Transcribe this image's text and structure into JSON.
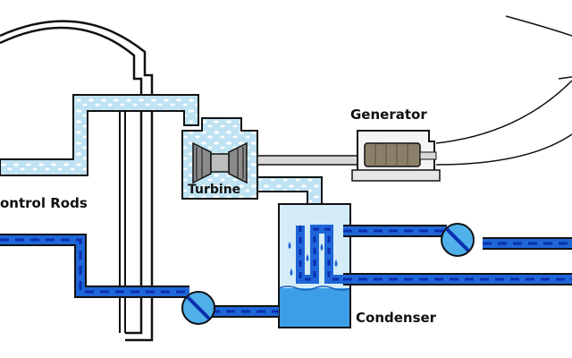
{
  "labels": {
    "control_rods": "ontrol Rods",
    "turbine": "Turbine",
    "generator": "Generator",
    "condenser": "Condenser"
  },
  "colors": {
    "outline": "#111111",
    "steam_pipe": "#bfe3f3",
    "steam_bubble": "#ffffff",
    "water_pipe": "#1f66d6",
    "water_dash": "#0b2fb0",
    "condenser_water": "#3c9ee6",
    "condenser_steam": "#d4ecf8",
    "turbine_blade": "#8a8a8a",
    "generator_body": "#8c7f6a",
    "pump": "#4fb0ea",
    "background": "#ffffff"
  },
  "icons": {
    "turbine": "turbine-icon",
    "generator": "generator-icon",
    "pump_primary": "pump-icon",
    "pump_cooling": "pump-icon"
  }
}
